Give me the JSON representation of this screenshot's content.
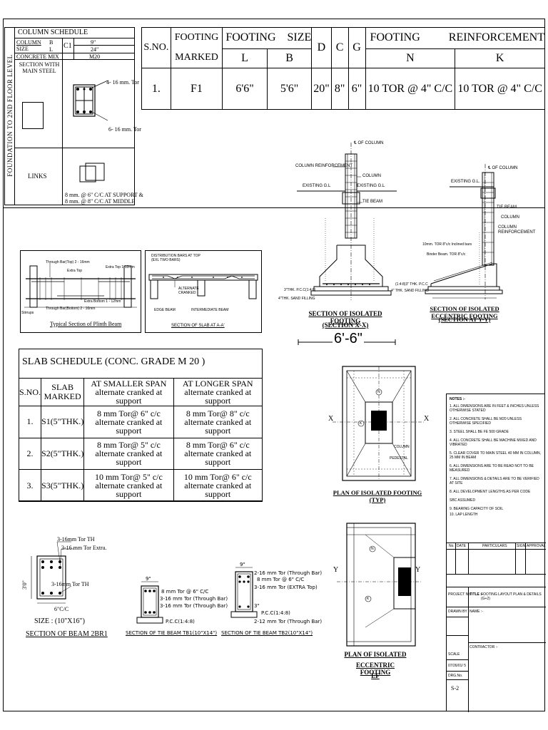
{
  "column_schedule": {
    "title": "COLUMN SCHEDULE",
    "vertical_label": "FOUNDATION TO 2ND FLOOR LEVEL",
    "column_label": "COLUMN",
    "size_label": "SIZE",
    "b_label": "B",
    "l_label": "L",
    "c1_label": "C1",
    "b_value": "9\"",
    "l_value": "24\"",
    "concrete_mix_label": "CONCRETE MIX",
    "concrete_mix_value": "M20",
    "section_label": "SECTION WITH MAIN STEEL",
    "top_bar_note": "4- 16 mm. Tor",
    "bottom_bar_note": "6- 16 mm. Tor",
    "links_label": "LINKS",
    "links_note_1": "8 mm. @ 6\" C/C AT SUPPORT &",
    "links_note_2": "8 mm. @ 8\" C/C AT MIDDLE"
  },
  "footing_table": {
    "h_sno": "S.NO.",
    "h_footing_marked_1": "FOOTING",
    "h_footing_marked_2": "MARKED",
    "h_footing_size_1": "FOOTING",
    "h_footing_size_2": "SIZE",
    "h_l": "L",
    "h_b": "B",
    "h_d": "D",
    "h_c": "C",
    "h_g": "G",
    "h_reinf_1": "FOOTING",
    "h_reinf_2": "REINFORCEMENT",
    "h_n": "N",
    "h_k": "K",
    "row": {
      "sno": "1.",
      "marked": "F1",
      "l": "6'6\"",
      "b": "5'6\"",
      "d": "20\"",
      "c": "8\"",
      "g": "6\"",
      "n": "10 TOR @ 4\" C/C",
      "k": "10 TOR @ 4\" C/C"
    }
  },
  "section_xx": {
    "col_center": "℄ OF COLUMN",
    "col_reinf": "COLUMN REINFORCEMENT",
    "column": "COLUMN",
    "existing_gl_left": "EXISTING G.L",
    "existing_gl_right": "EXISTING G.L",
    "tie_beam": "TIE BEAM",
    "pcc": "3\"THK. P.C.C(1:4:8)",
    "sand": "4\"THK. SAND FILLING",
    "caption_1": "SECTION OF ISOLATED FOOTING",
    "caption_2": "(SECTION X-X)",
    "dimension": "6'-6\""
  },
  "section_yy": {
    "col_center": "℄ OF COLUMN",
    "existing_gl": "EXISTING G.L.",
    "tie_beam": "TIE BEAM",
    "column": "COLUMN",
    "col_reinf": "COLUMN REINFORCEMENT",
    "inclined_bars": "10mm. TOR 8\"c/c Inclined bars",
    "binder_beam": "Binder Beam. TOR 8\"c/c",
    "pcc": "(1:4:8)3\" THK. P.C.C",
    "sand": "4\" THK. SAND FILLING",
    "caption_1": "SECTION OF ISOLATED ECCENTRIC FOOTING",
    "caption_2": "(SECTION AT Y-Y)"
  },
  "plinth_beam": {
    "through_top": "Through Bar(Top) 2 - 16mm",
    "extra_top_a": "Extra Top",
    "extra_top_b": "Extra Top 1-12mm",
    "extra_bottom": "Extra Bottom 1 - 12mm",
    "through_bottom": "Through Bar(Bottom) 2 - 16mm",
    "stirrups": "Stirrups",
    "caption": "Typical Section of Plinth Beam"
  },
  "slab_section": {
    "dist_bars": "DISTRIBUTION BARS AT TOP (EXL TWO BARS)",
    "alternate": "ALTERNATE CRANKED",
    "edge_beam": "EDGE BEAM",
    "intermediate": "INTERMEDIATE BEAM",
    "caption": "SECTION OF SLAB AT A-A'"
  },
  "slab_schedule": {
    "title": "SLAB SCHEDULE (CONC. GRADE M 20 )",
    "h_sno": "S.NO.",
    "h_slab_1": "SLAB",
    "h_slab_2": "MARKED",
    "h_smaller_1": "AT SMALLER SPAN",
    "h_smaller_2": "alternate cranked at support",
    "h_longer_1": "AT LONGER SPAN",
    "h_longer_2": "alternate cranked at support",
    "rows": [
      {
        "sno": "1.",
        "mark": "S1(5\"THK.)",
        "s1": "8 mm Tor@ 6\" c/c",
        "s2": "alternate cranked at support",
        "l1": "8 mm Tor@ 8\" c/c",
        "l2": "alternate cranked at support"
      },
      {
        "sno": "2.",
        "mark": "S2(5\"THK.)",
        "s1": "8 mm Tor@ 5\" c/c",
        "s2": "alternate cranked at support",
        "l1": "8 mm Tor@ 6\" c/c",
        "l2": "alternate cranked at support"
      },
      {
        "sno": "3.",
        "mark": "S3(5\"THK.)",
        "s1": "10 mm Tor@ 5\" c/c",
        "s2": "alternate cranked at support",
        "l1": "10 mm Tor@ 6\" c/c",
        "l2": "alternate cranked at support"
      }
    ]
  },
  "plan_isolated": {
    "n_mark": "N",
    "k_mark": "K",
    "x_left": "X",
    "x_right": "X",
    "column": "COLUMN",
    "pedestal": "PEDESTAL",
    "caption": "PLAN OF ISOLATED FOOTING (TYP)"
  },
  "plan_eccentric": {
    "n_mark": "N",
    "k_mark": "K",
    "y_left": "Y",
    "y_right": "Y",
    "caption_1": "PLAN OF ISOLATED",
    "caption_2": "ECCENTRIC FOOTING",
    "caption_3": "EF"
  },
  "beam_2br1": {
    "top_th": "3-16mm Tor TH",
    "top_extra": "3-16 mm Tor Extra.",
    "bottom_th": "3-16mm Tor TH",
    "stirrup": "6\"C/C",
    "depth": "3'0\"",
    "size": "SIZE : (10\"X16\")",
    "caption": "SECTION OF BEAM 2BR1"
  },
  "tie_beam_1": {
    "dim_top": "9\"",
    "stirrup": "8 mm Tor @ 6\" C/C",
    "top_bars": "3-16 mm Tor (Through Bar)",
    "bottom_bars": "3-16 mm Tor (Through Bar)",
    "pcc": "P.C.C(1:4:8)",
    "caption": "SECTION OF TIE BEAM TB1(10\"X14\")"
  },
  "tie_beam_2": {
    "dim_top": "9\"",
    "top_bars": "2-16 mm Tor (Through Bar)",
    "stirrup": "8 mm Tor @ 6\" C/C",
    "extra_top": "3-16 mm Tor (EXTRA Top)",
    "dim_3": "3\"",
    "pcc": "P.C.C(1:4:8)",
    "bottom_bars": "2-12 mm Tor (Through Bar)",
    "caption": "SECTION OF TIE BEAM TB2(10\"X14\")"
  },
  "notes": {
    "title": "NOTES :-",
    "items": [
      "1. ALL DIMENSIONS ARE IN FEET & INCHES UNLESS OTHERWISE STATED",
      "2. ALL CONCRETE SHALL BE M20 UNLESS OTHERWISE SPECIFIED",
      "3. STEEL SHALL BE FE 500 GRADE",
      "4. ALL CONCRETE SHALL BE MACHINE MIXED AND VIBRATED",
      "5. CLEAR COVER TO MAIN STEEL 40 MM IN COLUMN, 25 MM IN BEAM",
      "6. ALL DIMENSIONS ARE TO BE READ NOT TO BE MEASURED",
      "7. ALL DIMENSIONS & DETAILS ARE TO BE VERIFIED AT SITE",
      "8. ALL DEVELOPMENT LENGTHS AS PER CODE",
      "SBC ASSUMED",
      "9. BEARING CAPACITY OF SOIL",
      "10. LAP LENGTH"
    ]
  },
  "title_block": {
    "h_no": "No.",
    "h_date": "DATE",
    "h_particulars": "PARTICULARS",
    "h_sign": "SIGN",
    "h_approval": "APPROVAL",
    "project_no_label": "PROJECT No.",
    "title_label": "TITLE :-",
    "title_value": "FOOTING LAYOUT PLAN & DETAILS (G+2)",
    "drawn_by": "DRAWN BY",
    "name_label": "NAME :-",
    "contractor": "CONTRACTOR :-",
    "scale": "SCALE",
    "date_value": "07/26/01/ 5",
    "drg_no": "DRG.No.",
    "drg_value": "S-2"
  }
}
